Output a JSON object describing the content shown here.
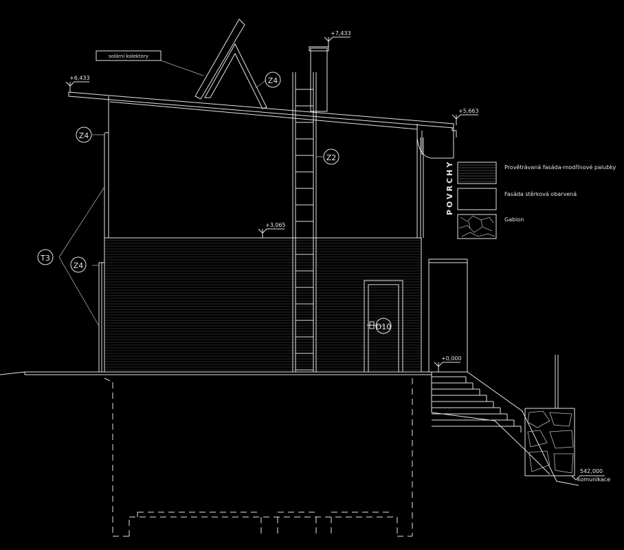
{
  "drawing": {
    "solar_label": "solární kolektory",
    "elevations": {
      "top": "+7,433",
      "roof_left": "+6,433",
      "roof_right": "+5,663",
      "floor_2": "+3,065",
      "ground": "+0,000",
      "road": "542,000",
      "road_label": "komunikace"
    },
    "tags": {
      "z4_roof": "Z4",
      "z4_upper": "Z4",
      "z4_lower": "Z4",
      "z2": "Z2",
      "t3": "T3",
      "door": "D10"
    }
  },
  "legend": {
    "title": "POVRCHY",
    "items": [
      {
        "label": "Provětrávaná fasáda-modřínové palubky"
      },
      {
        "label": "Fasáda stěrková obarvená"
      },
      {
        "label": "Gabion"
      }
    ]
  },
  "colors": {
    "line": "#e6e6e6",
    "background": "#000000"
  }
}
